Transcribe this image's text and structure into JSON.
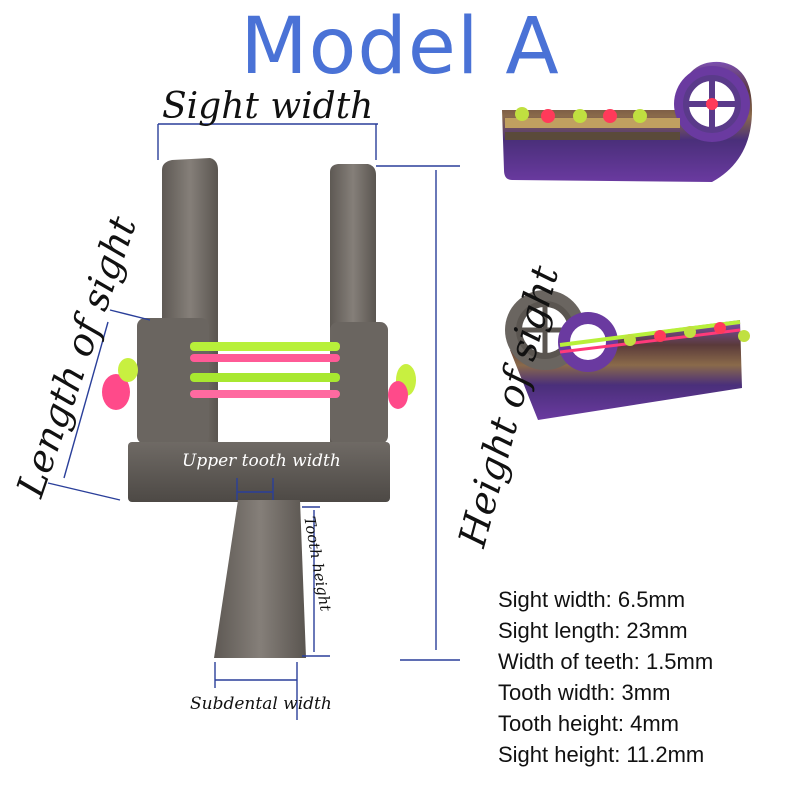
{
  "title": "Model A",
  "labels": {
    "sight_width": "Sight width",
    "length_of_sight": "Length of sight",
    "height_of_sight": "Height of sight",
    "upper_tooth_width": "Upper tooth width",
    "tooth_height": "Tooth height",
    "subdental_width": "Subdental width"
  },
  "specs": [
    "Sight width: 6.5mm",
    "Sight length: 23mm",
    "Width of teeth: 1.5mm",
    "Tooth width: 3mm",
    "Tooth height: 4mm",
    "Sight height: 11.2mm"
  ],
  "colors": {
    "title": "#4a72d6",
    "dimension_line": "#2a3f9a",
    "metal": "#6e6863",
    "fiber_green": "#b8f03a",
    "fiber_red": "#ff3a7a",
    "layer_purple": "#6a3aa0"
  }
}
